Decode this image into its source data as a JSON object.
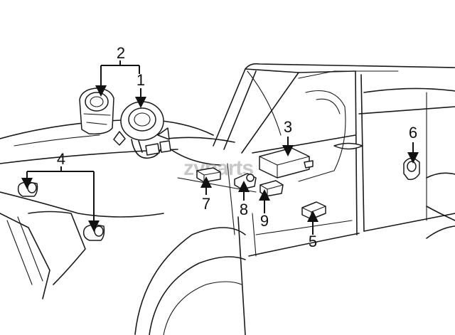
{
  "callouts": {
    "c1": "1",
    "c2": "2",
    "c3": "3",
    "c4": "4",
    "c5": "5",
    "c6": "6",
    "c7": "7",
    "c8": "8",
    "c9": "9"
  },
  "watermark": "zvparts",
  "parts": [
    {
      "id": "1",
      "icon": "clock-spring-with-harness"
    },
    {
      "id": "2",
      "icon": "clock-spring-housing"
    },
    {
      "id": "3",
      "icon": "airbag-control-module"
    },
    {
      "id": "4",
      "icon": "front-impact-sensor"
    },
    {
      "id": "5",
      "icon": "side-impact-sensor"
    },
    {
      "id": "6",
      "icon": "rear-side-sensor"
    },
    {
      "id": "7",
      "icon": "seat-position-sensor"
    },
    {
      "id": "8",
      "icon": "occupant-sensor"
    },
    {
      "id": "9",
      "icon": "seat-belt-sensor"
    }
  ]
}
